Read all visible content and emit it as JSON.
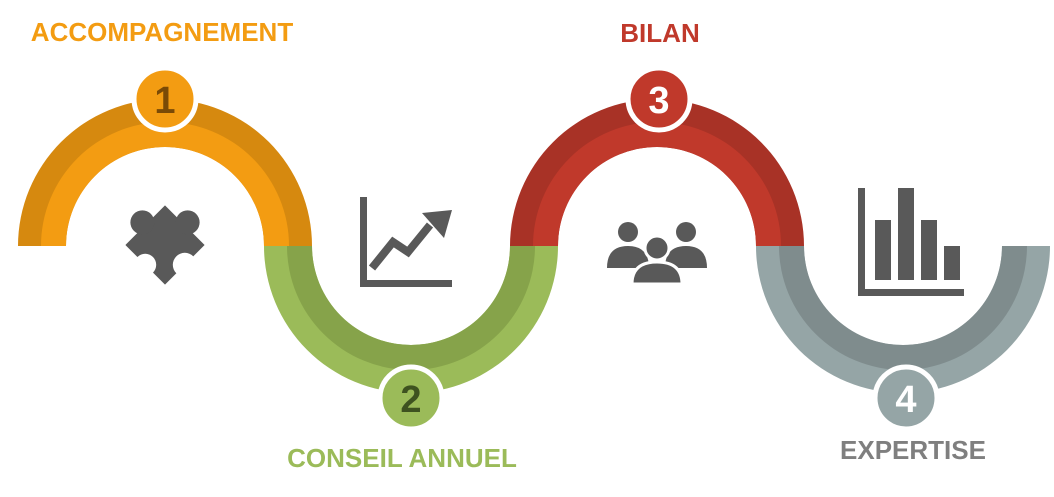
{
  "steps": [
    {
      "number": "1",
      "title": "ACCOMPAGNEMENT",
      "icon": "puzzle-piece-icon",
      "color_light": "#F39C12",
      "color_dark": "#D6890F",
      "text_color": "#F39C12",
      "num_color": "#7A4A06"
    },
    {
      "number": "2",
      "title": "CONSEIL ANNUEL",
      "icon": "line-chart-icon",
      "color_light": "#9BBB59",
      "color_dark": "#86A34A",
      "text_color": "#9BBB59",
      "num_color": "#3E5220"
    },
    {
      "number": "3",
      "title": "BILAN",
      "icon": "people-group-icon",
      "color_light": "#C0392B",
      "color_dark": "#A83226",
      "text_color": "#C0392B",
      "num_color": "#ffffff"
    },
    {
      "number": "4",
      "title": "EXPERTISE",
      "icon": "bar-chart-icon",
      "color_light": "#95A5A6",
      "color_dark": "#7F8C8D",
      "text_color": "#7F7F7F",
      "num_color": "#ffffff"
    }
  ],
  "icon_color": "#595959"
}
